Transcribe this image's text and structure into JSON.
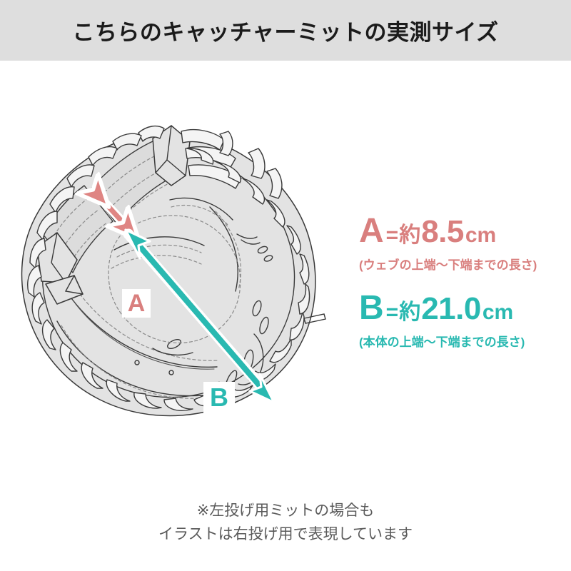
{
  "header": {
    "title": "こちらのキャッチャーミットの実測サイズ"
  },
  "illustration": {
    "alt": "catchers-mitt-line-drawing",
    "badge_a": "A",
    "badge_b": "B"
  },
  "legend": {
    "items": [
      {
        "letter": "A",
        "equals": "=",
        "approx": "約",
        "value": "8.5",
        "unit": "cm",
        "note": "(ウェブの上端〜下端までの長さ)",
        "color": "#d97f7e"
      },
      {
        "letter": "B",
        "equals": "=",
        "approx": "約",
        "value": "21.0",
        "unit": "cm",
        "note": "(本体の上端〜下端までの長さ)",
        "color": "#29b9b1"
      }
    ]
  },
  "footnote": {
    "line1": "※左投げ用ミットの場合も",
    "line2": "イラストは右投げ用で表現しています"
  },
  "colors": {
    "header_band": "#dedede",
    "page_background": "#ffffff",
    "accent_a": "#d97f7e",
    "accent_b": "#29b9b1",
    "leather_fill": "#e2e2e2",
    "outline": "#3a3a3a",
    "footnote_text": "#5a5a5a"
  }
}
